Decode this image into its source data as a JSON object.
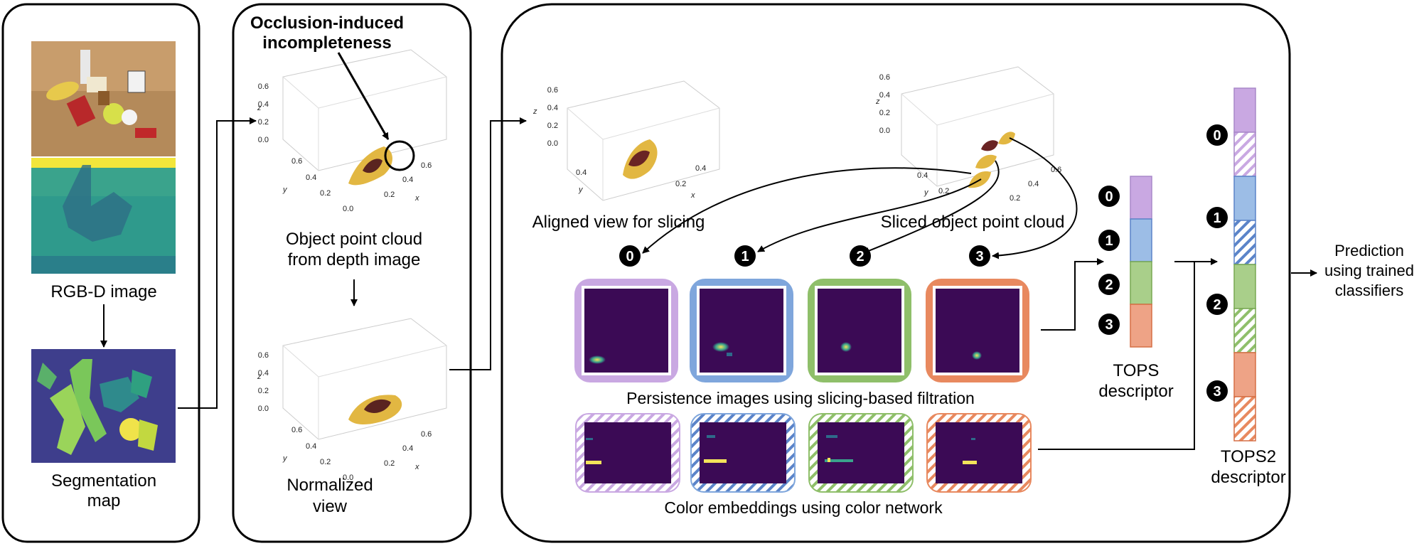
{
  "labels": {
    "rgbd": "RGB-D image",
    "seg_line1": "Segmentation",
    "seg_line2": "map",
    "occl_line1": "Occlusion-induced",
    "occl_line2": "incompleteness",
    "opc_line1": "Object point cloud",
    "opc_line2": "from depth image",
    "norm_line1": "Normalized",
    "norm_line2": "view",
    "aligned": "Aligned view for slicing",
    "sliced": "Sliced object point cloud",
    "persistence": "Persistence images using slicing-based filtration",
    "color_emb": "Color embeddings using color network",
    "tops_line1": "TOPS",
    "tops_line2": "descriptor",
    "tops2_line1": "TOPS2",
    "tops2_line2": "descriptor",
    "pred_line1": "Prediction",
    "pred_line2": "using trained",
    "pred_line3": "classifiers"
  },
  "plot_ticks": {
    "z": [
      "0.6",
      "0.4",
      "0.2",
      "0.0"
    ],
    "y": [
      "0.6",
      "0.4",
      "0.2",
      "0.0"
    ],
    "x": [
      "0.2",
      "0.4",
      "0.6"
    ],
    "z_label": "z",
    "y_label": "y",
    "x_label": "x"
  },
  "slice_badges": [
    "0",
    "1",
    "2",
    "3"
  ],
  "colors": {
    "slice0": "#c9a8e2",
    "slice1": "#7fa6dc",
    "slice2": "#8fbf6a",
    "slice3": "#e8895f",
    "heatmap_bg": "#3b0a55"
  }
}
